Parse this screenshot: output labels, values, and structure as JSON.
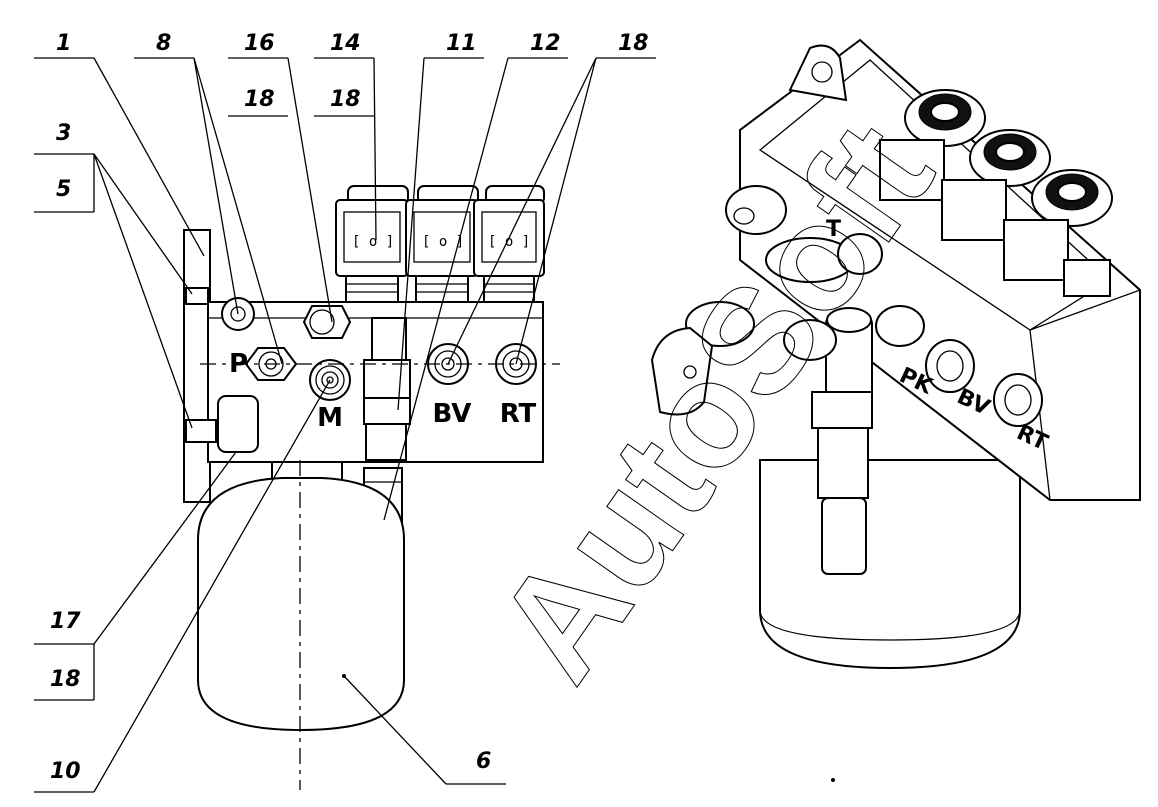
{
  "figure": {
    "callouts": {
      "c1": "1",
      "c8": "8",
      "c16": "16",
      "c14": "14",
      "c11": "11",
      "c12": "12",
      "c18a": "18",
      "c18b": "18",
      "c18c": "18",
      "c3": "3",
      "c5": "5",
      "c17": "17",
      "c18d": "18",
      "c10": "10",
      "c6": "6"
    },
    "ports": {
      "p": "P",
      "m": "M",
      "bv": "BV",
      "rt": "RT"
    },
    "iso_ports": {
      "pk": "PK",
      "bv": "BV",
      "rt": "RT",
      "t": "T"
    },
    "watermark": "AutoSoft"
  }
}
